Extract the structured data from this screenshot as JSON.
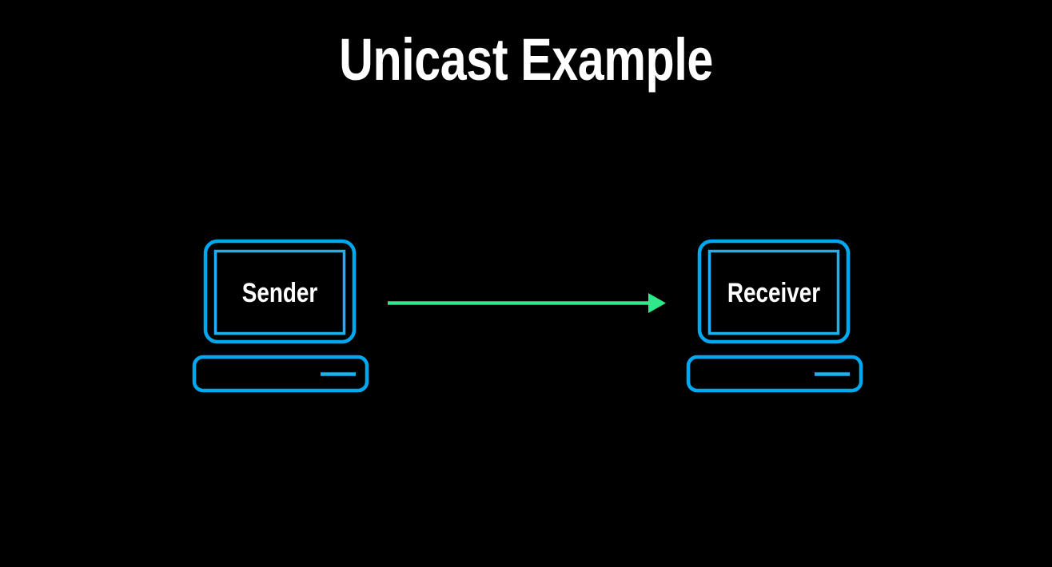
{
  "slide": {
    "title": "Unicast Example",
    "background_color": "#000000",
    "title_color": "#FFFFFF"
  },
  "colors": {
    "background": "#000000",
    "device_outline": "#00A8F0",
    "arrow": "#2EE98A",
    "label_text": "#FFFFFF",
    "title_text": "#FFFFFF"
  },
  "diagram": {
    "type": "network-flow",
    "description": "Unicast transmission: one sender transmits to one receiver",
    "nodes": [
      {
        "id": "sender",
        "label": "Sender",
        "icon": "desktop-computer-icon",
        "role": "source",
        "outline_color": "#00A8F0"
      },
      {
        "id": "receiver",
        "label": "Receiver",
        "icon": "desktop-computer-icon",
        "role": "destination",
        "outline_color": "#00A8F0"
      }
    ],
    "edges": [
      {
        "id": "unicast-flow",
        "from": "sender",
        "to": "receiver",
        "direction": "one-way",
        "style": "solid-arrow",
        "color": "#2EE98A",
        "label": ""
      }
    ]
  }
}
